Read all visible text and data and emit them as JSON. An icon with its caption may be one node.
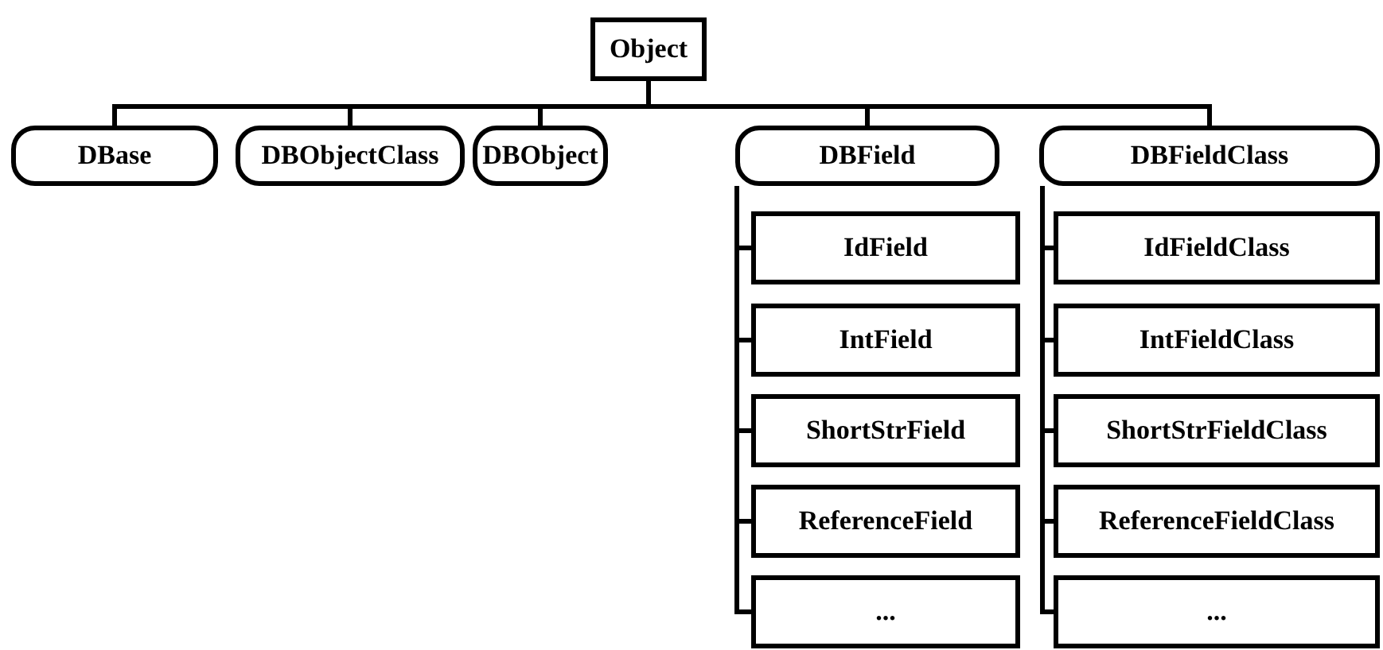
{
  "diagram": {
    "nodes": [
      {
        "text": [
          "Object"
        ]
      },
      {
        "text": [
          "DBase"
        ]
      },
      {
        "text": [
          "DBObjectClass"
        ]
      },
      {
        "text": [
          "DBObject"
        ]
      },
      {
        "text": [
          "DBField"
        ]
      },
      {
        "text": [
          "DBFieldClass"
        ]
      },
      {
        "text": [
          "IdField"
        ]
      },
      {
        "text": [
          "IntField"
        ]
      },
      {
        "text": [
          "ShortStrField"
        ]
      },
      {
        "text": [
          "ReferenceField"
        ]
      },
      {
        "text": [
          "..."
        ]
      },
      {
        "text": [
          "IdFieldClass"
        ]
      },
      {
        "text": [
          "IntFieldClass"
        ]
      },
      {
        "text": [
          "ShortStrFieldClass"
        ]
      },
      {
        "text": [
          "ReferenceFieldClass"
        ]
      },
      {
        "text": [
          "..."
        ]
      }
    ],
    "edges": [
      {
        "from": 0,
        "to": 1,
        "arrow": "none"
      },
      {
        "from": 0,
        "to": 2,
        "arrow": "none"
      },
      {
        "from": 0,
        "to": 3,
        "arrow": "none"
      },
      {
        "from": 0,
        "to": 4,
        "arrow": "none"
      },
      {
        "from": 0,
        "to": 5,
        "arrow": "none"
      },
      {
        "from": 4,
        "to": 6,
        "arrow": "none"
      },
      {
        "from": 4,
        "to": 7,
        "arrow": "none"
      },
      {
        "from": 4,
        "to": 8,
        "arrow": "none"
      },
      {
        "from": 4,
        "to": 9,
        "arrow": "none"
      },
      {
        "from": 4,
        "to": 10,
        "arrow": "none"
      },
      {
        "from": 5,
        "to": 11,
        "arrow": "none"
      },
      {
        "from": 5,
        "to": 12,
        "arrow": "none"
      },
      {
        "from": 5,
        "to": 13,
        "arrow": "none"
      },
      {
        "from": 5,
        "to": 14,
        "arrow": "none"
      },
      {
        "from": 5,
        "to": 15,
        "arrow": "none"
      }
    ]
  }
}
